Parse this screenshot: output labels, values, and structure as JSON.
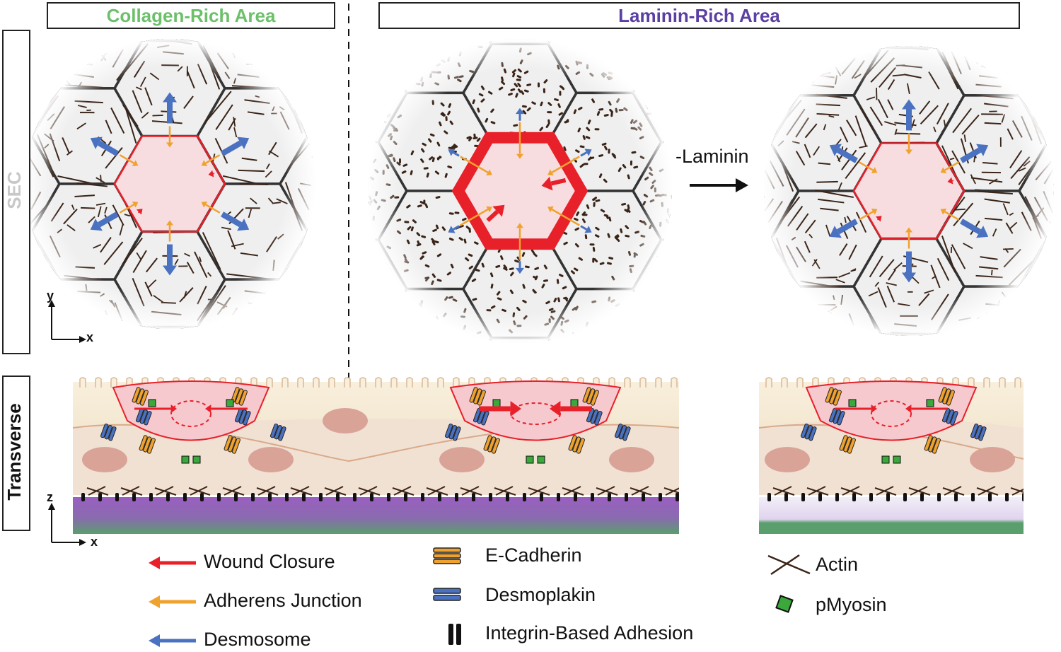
{
  "headers": {
    "collagen": "Collagen-Rich Area",
    "laminin": "Laminin-Rich Area"
  },
  "row_labels": {
    "sec": "SEC",
    "transverse": "Transverse"
  },
  "treatment_label": "-Laminin",
  "axes": {
    "top": {
      "vertical": "y",
      "horizontal": "x"
    },
    "bottom": {
      "vertical": "z",
      "horizontal": "x"
    }
  },
  "legend": {
    "wound_closure": "Wound Closure",
    "adherens_junction": "Adherens Junction",
    "desmosome": "Desmosome",
    "e_cadherin": "E-Cadherin",
    "desmoplakin": "Desmoplakin",
    "integrin": "Integrin-Based Adhesion",
    "actin": "Actin",
    "pmyosin": "pMyosin"
  },
  "colors": {
    "collagen_green": "#6cc06a",
    "laminin_purple": "#5b3fa3",
    "sec_grey": "#c8c8c8",
    "wound_red": "#e8202a",
    "adherens_orange": "#f0a22e",
    "desmosome_blue": "#4a72c0",
    "wound_fill": "#f7dde0",
    "cell_fill": "#efefef",
    "actin_brown": "#3a2418",
    "myosin_green": "#3aa83a",
    "membrane_purple": "#9a6cc0",
    "substrate_green": "#5a9e6e"
  }
}
